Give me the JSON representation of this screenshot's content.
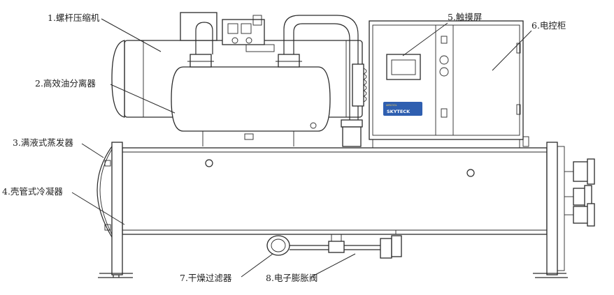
{
  "labels": {
    "screw_compressor": "1.螺杆压缩机",
    "oil_separator": "2.高效油分离器",
    "flooded_evaporator": "3.满液式蒸发器",
    "shell_tube_condenser": "4.壳管式冷凝器",
    "touch_screen": "5.触摸屏",
    "control_cabinet": "6.电控柜",
    "dryer_filter": "7.干燥过滤器",
    "expansion_valve": "8.电子膨胀阀"
  },
  "brand": {
    "name": "SKYTECK",
    "color": "#2f5fb0"
  },
  "colors": {
    "line": "#2a2a2a",
    "background": "#ffffff"
  }
}
